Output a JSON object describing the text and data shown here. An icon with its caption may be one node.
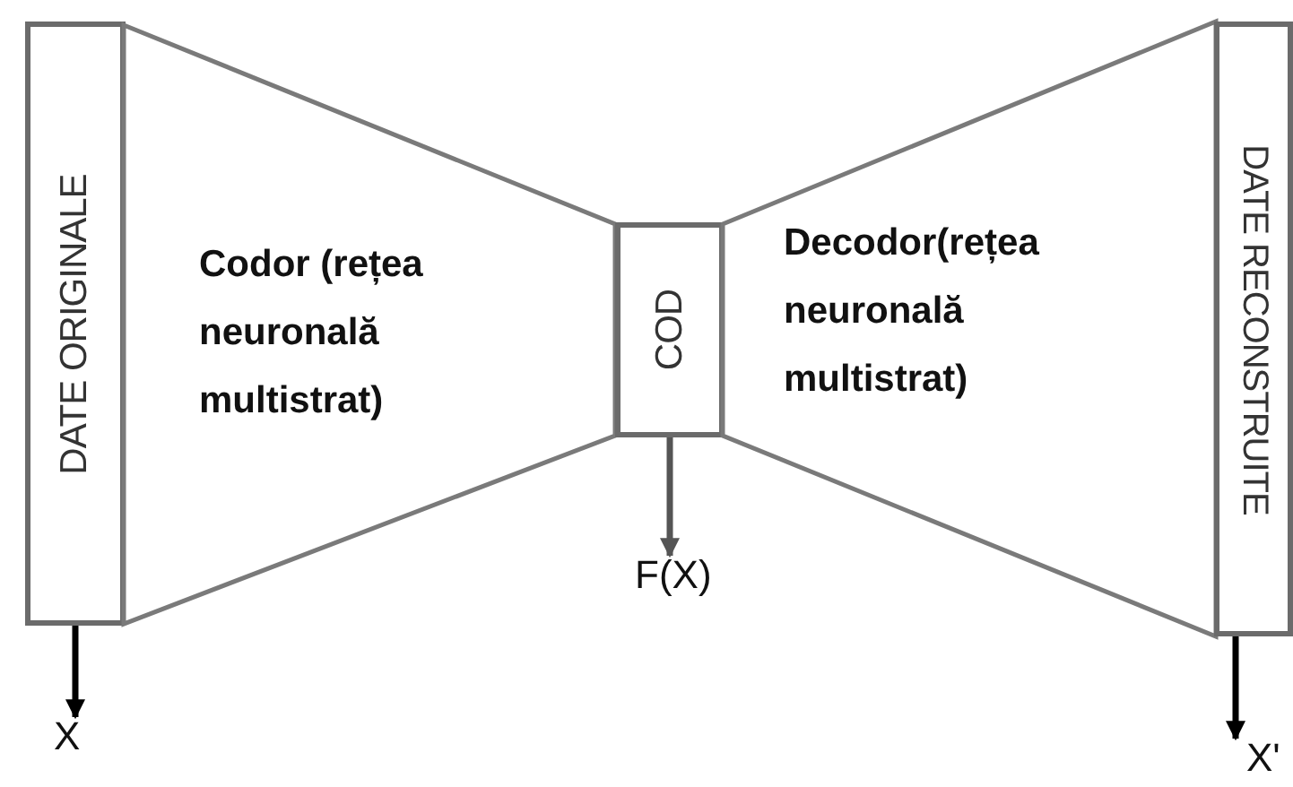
{
  "diagram": {
    "nodes": [
      {
        "text": [
          "DATE ORIGINALE"
        ]
      },
      {
        "text": [
          "Codor (rețea neuronală multistrat)"
        ]
      },
      {
        "text": [
          "COD"
        ]
      },
      {
        "text": [
          "Decodor(rețea neuronală multistrat)"
        ]
      },
      {
        "text": [
          "DATE RECONSTRUITE"
        ]
      },
      {
        "text": [
          "X"
        ]
      },
      {
        "text": [
          "F(X)"
        ]
      },
      {
        "text": [
          "X'"
        ]
      }
    ],
    "edges": [
      {
        "from": 0,
        "to": 5,
        "arrow": "to"
      },
      {
        "from": 2,
        "to": 6,
        "arrow": "to",
        "color": "#555555"
      },
      {
        "from": 4,
        "to": 7,
        "arrow": "to"
      }
    ]
  }
}
